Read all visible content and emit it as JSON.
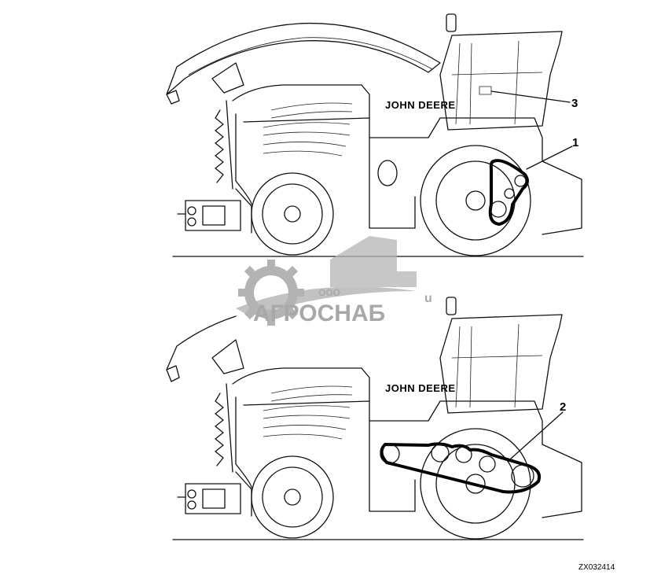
{
  "figure": {
    "top": {
      "brand": "JOHN DEERE",
      "callouts": [
        "1",
        "3"
      ]
    },
    "bottom": {
      "brand": "JOHN DEERE",
      "callouts": [
        "2"
      ]
    },
    "code": "ZX032414"
  },
  "watermark": {
    "line1": "ООО",
    "line2": "АГРОСНАБ",
    "suffix": "u"
  }
}
